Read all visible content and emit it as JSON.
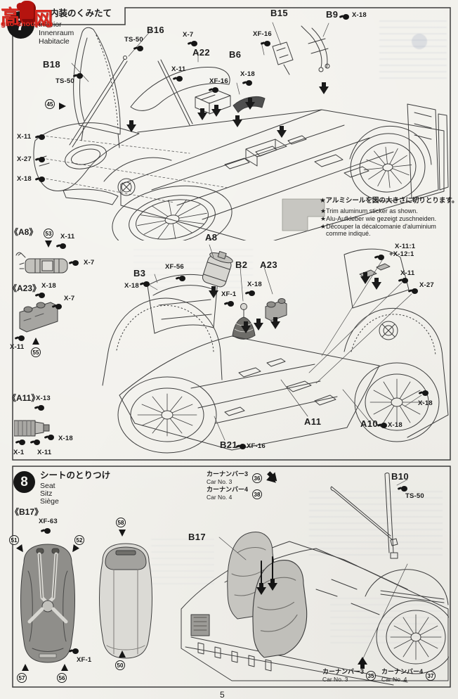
{
  "watermark": {
    "char_left": "高",
    "char_right": "网",
    "site": "gao-shou.com"
  },
  "page_number": "5",
  "step7": {
    "number": "7",
    "title_ja": "内装のくみたて",
    "title_en": "Interior",
    "title_de": "Innenraum",
    "title_fr": "Habitacle",
    "note": {
      "ja": "★アルミシールを図の大きさに切りとります。",
      "en": "★Trim aluminum sticker as shown.",
      "de": "★Alu-Aufkleber wie gezeigt zuschneiden.",
      "fr1": "★Découper la décalcomanie d'aluminium",
      "fr2": "comme indiqué."
    },
    "top": [
      "B15",
      "B9",
      "X-18",
      "B16",
      "X-7",
      "TS-50",
      "XF-16",
      "A22",
      "B6",
      "X-11",
      "XF-16",
      "X-18",
      "B18",
      "TS-50",
      "45",
      "X-11",
      "X-27",
      "X-18"
    ],
    "sub_a8": {
      "name": "《A8》",
      "num": "53",
      "paint1": "X-11",
      "paint2": "X-7"
    },
    "sub_a23": {
      "name": "《A23》",
      "paint1": "X-18",
      "paint2": "X-7",
      "paint3": "X-11",
      "num": "55"
    },
    "sub_a11": {
      "name": "《A11》",
      "paint1": "X-13",
      "paint2": "X-18",
      "paint3": "X-1",
      "paint4": "X-11"
    },
    "mid": [
      "A8",
      "B3",
      "XF-56",
      "X-18",
      "B2",
      "A23",
      "XF-1",
      "X-18",
      "X-11:1",
      "+X-12:1",
      "X-11",
      "X-27",
      "X-18",
      "A10",
      "X-18",
      "A11",
      "B21",
      "XF-16"
    ]
  },
  "step8": {
    "number": "8",
    "title_ja": "シートのとりつけ",
    "title_en": "Seat",
    "title_de": "Sitz",
    "title_fr": "Siège",
    "b17_name": "《B17》",
    "b17_part": "B17",
    "paint_xf63": "XF-63",
    "paint_xf1": "XF-1",
    "num_51": "51",
    "num_52": "52",
    "num_58": "58",
    "num_57": "57",
    "num_56": "56",
    "num_50": "50",
    "b10_part": "B10",
    "paint_ts50": "TS-50",
    "carnum_top": {
      "ja3": "カーナンバー3",
      "en3": "Car No. 3",
      "num3": "36",
      "ja4": "カーナンバー4",
      "en4": "Car No. 4",
      "num4": "38"
    },
    "carnum_bottom": {
      "ja3": "カーナンバー3",
      "en3": "Car No. 3",
      "num3": "35",
      "ja4": "カーナンバー4",
      "en4": "Car No. 4",
      "num4": "37"
    }
  }
}
